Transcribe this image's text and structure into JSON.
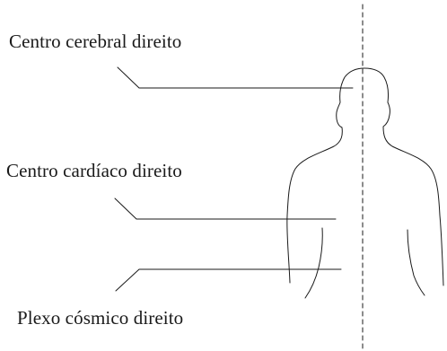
{
  "labels": {
    "cerebral": "Centro cerebral direito",
    "cardiaco": "Centro cardíaco direito",
    "plexo": "Plexo cósmico direito"
  },
  "colors": {
    "stroke": "#1a1a1a",
    "background": "#ffffff"
  }
}
